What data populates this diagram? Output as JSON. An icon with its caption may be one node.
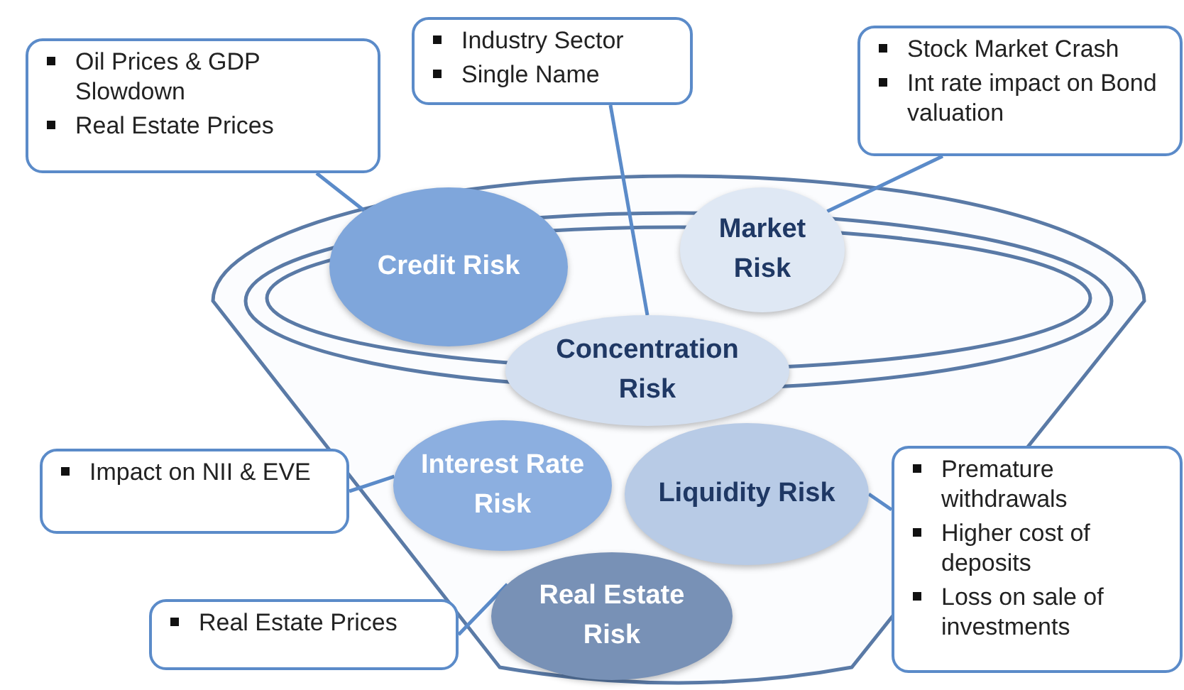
{
  "diagram": {
    "nodes": [
      {
        "text": [
          "Oil Prices & GDP Slowdown",
          "Real Estate Prices"
        ]
      },
      {
        "text": [
          "Industry Sector",
          "Single Name"
        ]
      },
      {
        "text": [
          "Stock Market Crash",
          "Int rate impact on Bond valuation"
        ]
      },
      {
        "text": [
          "Credit Risk"
        ]
      },
      {
        "text": [
          "Market Risk"
        ]
      },
      {
        "text": [
          "Concentration Risk"
        ]
      },
      {
        "text": [
          "Impact on NII & EVE"
        ]
      },
      {
        "text": [
          "Interest Rate Risk"
        ]
      },
      {
        "text": [
          "Liquidity Risk"
        ]
      },
      {
        "text": [
          "Premature withdrawals",
          "Higher cost of deposits",
          "Loss on sale of investments"
        ]
      },
      {
        "text": [
          "Real Estate Risk"
        ]
      },
      {
        "text": [
          "Real Estate Prices"
        ]
      }
    ],
    "edges": [
      {
        "from": 0,
        "to": 3,
        "arrow": "none"
      },
      {
        "from": 1,
        "to": 5,
        "arrow": "none"
      },
      {
        "from": 2,
        "to": 4,
        "arrow": "none"
      },
      {
        "from": 6,
        "to": 7,
        "arrow": "none"
      },
      {
        "from": 9,
        "to": 8,
        "arrow": "none"
      },
      {
        "from": 11,
        "to": 10,
        "arrow": "none"
      }
    ]
  }
}
